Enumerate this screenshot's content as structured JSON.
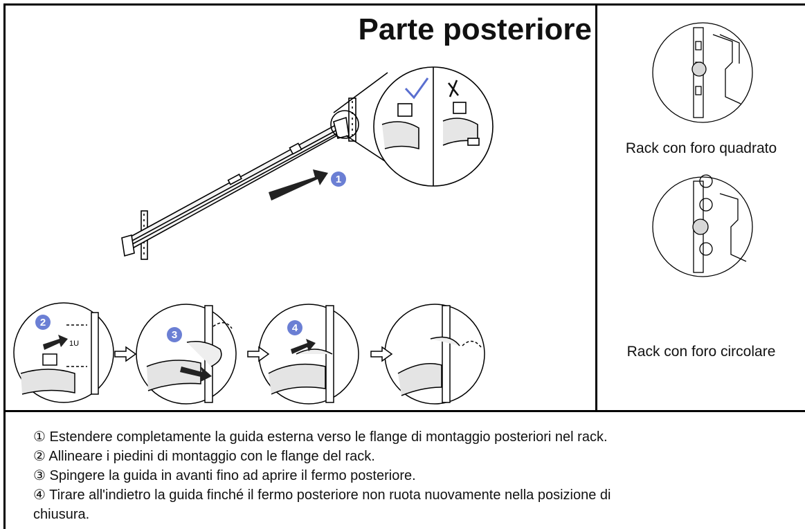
{
  "title": "Parte posteriore",
  "captions": {
    "square": "Rack con foro quadrato",
    "round": "Rack con foro circolare"
  },
  "badges": [
    "1",
    "2",
    "3",
    "4"
  ],
  "icons": {
    "check": "check-mark-icon",
    "cross": "cross-mark-icon",
    "arrow": "hollow-right-arrow-icon"
  },
  "colors": {
    "badge": "#6b7fd4",
    "check": "#5a6fd0"
  },
  "unit_label": "1U",
  "steps": [
    "① Estendere completamente la guida esterna verso le flange di montaggio posteriori nel rack.",
    "② Allineare i piedini di montaggio con le flange del rack.",
    "③ Spingere la guida in avanti fino ad aprire il fermo posteriore.",
    "④ Tirare all'indietro la guida finché il fermo posteriore non ruota nuovamente nella posizione di",
    "chiusura."
  ]
}
